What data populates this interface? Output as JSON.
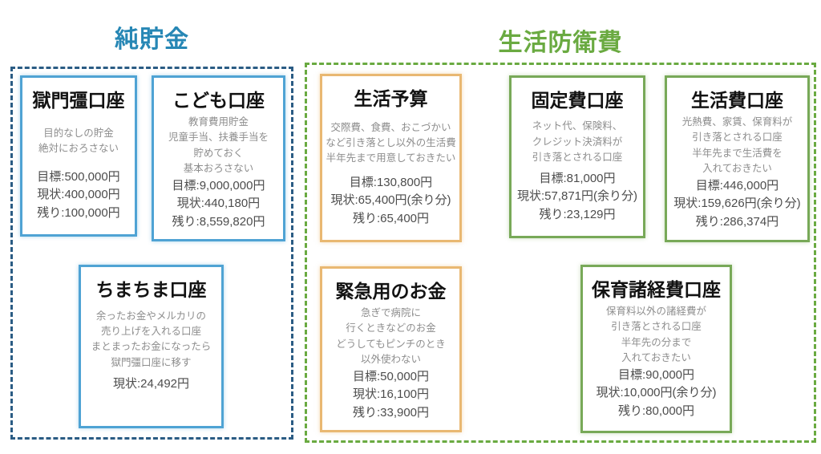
{
  "colors": {
    "pure_savings_title": "#2787b5",
    "pure_savings_dashed_border": "#2b5c84",
    "blue_card_border": "#4fa3d4",
    "defense_title": "#6aaa41",
    "defense_dashed_border": "#6aaa41",
    "green_card_border": "#78a958",
    "orange_card_border": "#e9b872",
    "card_title_text": "#121212",
    "description_text": "#8e8e8e",
    "stat_text": "#4c4c4c"
  },
  "sections": [
    {
      "title": "純貯金",
      "cards": [
        {
          "title": "獄門彊口座",
          "description": [
            "目的なしの貯金",
            "絶対におろさない"
          ],
          "stats": [
            "目標:500,000円",
            "現状:400,000円",
            "残り:100,000円"
          ]
        },
        {
          "title": "こども口座",
          "description": [
            "教育費用貯金",
            "児童手当、扶養手当を",
            "貯めておく",
            "基本おろさない"
          ],
          "stats": [
            "目標:9,000,000円",
            "現状:440,180円",
            "残り:8,559,820円"
          ]
        },
        {
          "title": "ちまちま口座",
          "description": [
            "余ったお金やメルカリの",
            "売り上げを入れる口座",
            "まとまったお金になったら",
            "獄門彊口座に移す"
          ],
          "stats": [
            "現状:24,492円"
          ]
        }
      ]
    },
    {
      "title": "生活防衛費",
      "cards": [
        {
          "title": "生活予算",
          "description": [
            "交際費、食費、おこづかい",
            "など引き落とし以外の生活費",
            "半年先まで用意しておきたい"
          ],
          "stats": [
            "目標:130,800円",
            "現状:65,400円(余り分)",
            "残り:65,400円"
          ]
        },
        {
          "title": "固定費口座",
          "description": [
            "ネット代、保険料、",
            "クレジット決済料が",
            "引き落とされる口座"
          ],
          "stats": [
            "目標:81,000円",
            "現状:57,871円(余り分)",
            "残り:23,129円"
          ]
        },
        {
          "title": "生活費口座",
          "description": [
            "光熱費、家賃、保育料が",
            "引き落とされる口座",
            "半年先まで生活費を",
            "入れておきたい"
          ],
          "stats": [
            "目標:446,000円",
            "現状:159,626円(余り分)",
            "残り:286,374円"
          ]
        },
        {
          "title": "緊急用のお金",
          "description": [
            "急ぎで病院に",
            "行くときなどのお金",
            "どうしてもピンチのとき",
            "以外使わない"
          ],
          "stats": [
            "目標:50,000円",
            "現状:16,100円",
            "残り:33,900円"
          ]
        },
        {
          "title": "保育諸経費口座",
          "description": [
            "保育料以外の諸経費が",
            "引き落とされる口座",
            "半年先の分まで",
            "入れておきたい"
          ],
          "stats": [
            "目標:90,000円",
            "現状:10,000円(余り分)",
            "残り:80,000円"
          ]
        }
      ]
    }
  ]
}
